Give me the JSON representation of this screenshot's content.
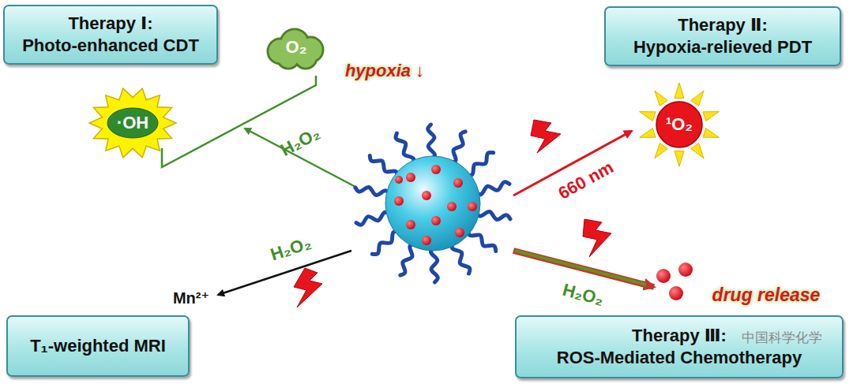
{
  "diagram": {
    "nodes": [
      {
        "text": [
          "Therapy Ⅰ:",
          "Photo-enhanced CDT"
        ]
      },
      {
        "text": [
          "O₂"
        ]
      },
      {
        "text": [
          "Therapy Ⅱ:",
          "Hypoxia-relieved PDT"
        ]
      },
      {
        "text": [
          "·OH"
        ]
      },
      {
        "text": [
          "¹O₂"
        ]
      },
      {
        "text": [
          "T₁-weighted MRI"
        ]
      },
      {
        "text": [
          "Therapy Ⅲ:",
          "ROS-Mediated Chemotherapy"
        ]
      }
    ],
    "labels": [
      "hypoxia ↓",
      "H₂O₂",
      "660 nm",
      "H₂O₂",
      "Mn²⁺",
      "H₂O₂",
      "drug release",
      "中国科学化学"
    ]
  }
}
